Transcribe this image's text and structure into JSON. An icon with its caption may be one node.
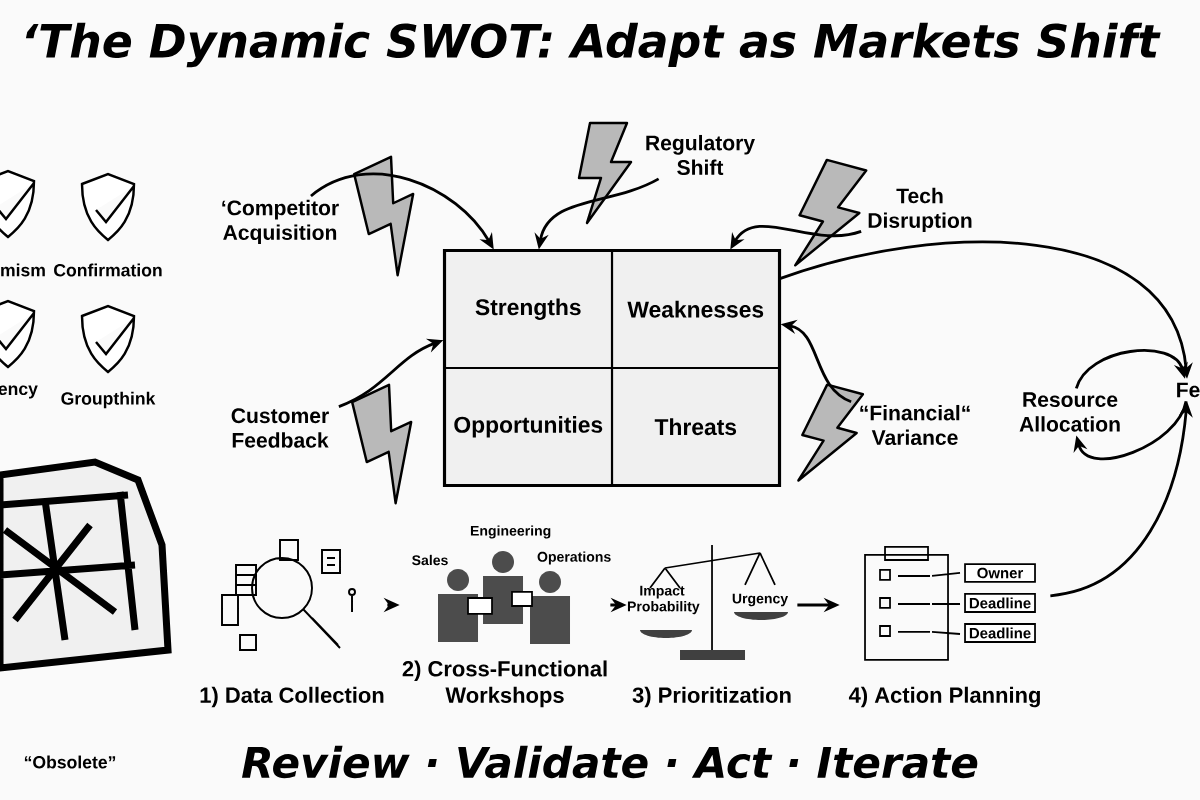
{
  "diagram": {
    "title": "‘The Dynamic SWOT: Adapt as Markets Shift",
    "caption": "Review · Validate · Act · Iterate",
    "nodes": [
      {
        "text": [],
        "shape": "box"
      },
      {
        "text": [
          "Strengths"
        ],
        "in": 0
      },
      {
        "text": [
          "Weaknesses"
        ],
        "in": 0
      },
      {
        "text": [
          "Opportunities"
        ],
        "in": 0
      },
      {
        "text": [
          "Threats"
        ],
        "in": 0
      },
      {
        "text": [
          "‘Competitor Acquisition"
        ]
      },
      {
        "text": [
          "Regulatory Shift"
        ]
      },
      {
        "text": [
          "Tech Disruption"
        ]
      },
      {
        "text": [
          "Customer Feedback"
        ]
      },
      {
        "text": [
          "“Financial“ Variance"
        ]
      },
      {
        "text": [
          "Resource Allocation"
        ]
      },
      {
        "text": [
          "Fe"
        ]
      },
      {
        "text": [
          "1) Data Collection"
        ]
      },
      {
        "text": [
          "Sales",
          "Engineering",
          "Operations",
          "2) Cross-Functional Workshops"
        ]
      },
      {
        "text": [
          "Impact Probability",
          "Urgency",
          "3) Prioritization"
        ]
      },
      {
        "text": [
          "Owner",
          "Deadline",
          "Deadline",
          "4) Action Planning"
        ]
      }
    ],
    "edges": [
      {
        "from": 5,
        "to": 1,
        "arrow": "to"
      },
      {
        "from": 6,
        "to": 1,
        "arrow": "to"
      },
      {
        "from": 7,
        "to": 2,
        "arrow": "to"
      },
      {
        "from": 8,
        "to": 1,
        "arrow": "to"
      },
      {
        "from": 9,
        "to": 2,
        "arrow": "to"
      },
      {
        "from": 2,
        "to": 11,
        "arrow": "to"
      },
      {
        "from": 10,
        "to": 11,
        "arrow": "to"
      },
      {
        "from": 11,
        "to": 10,
        "arrow": "to"
      },
      {
        "from": 15,
        "to": 11,
        "arrow": "to"
      },
      {
        "from": 12,
        "to": 13,
        "arrow": "to"
      },
      {
        "from": 13,
        "to": 14,
        "arrow": "to"
      },
      {
        "from": 14,
        "to": 15,
        "arrow": "to"
      }
    ],
    "labels": [
      "mism",
      "Confirmation",
      "ency",
      "Groupthink",
      "“Obsolete”"
    ]
  }
}
